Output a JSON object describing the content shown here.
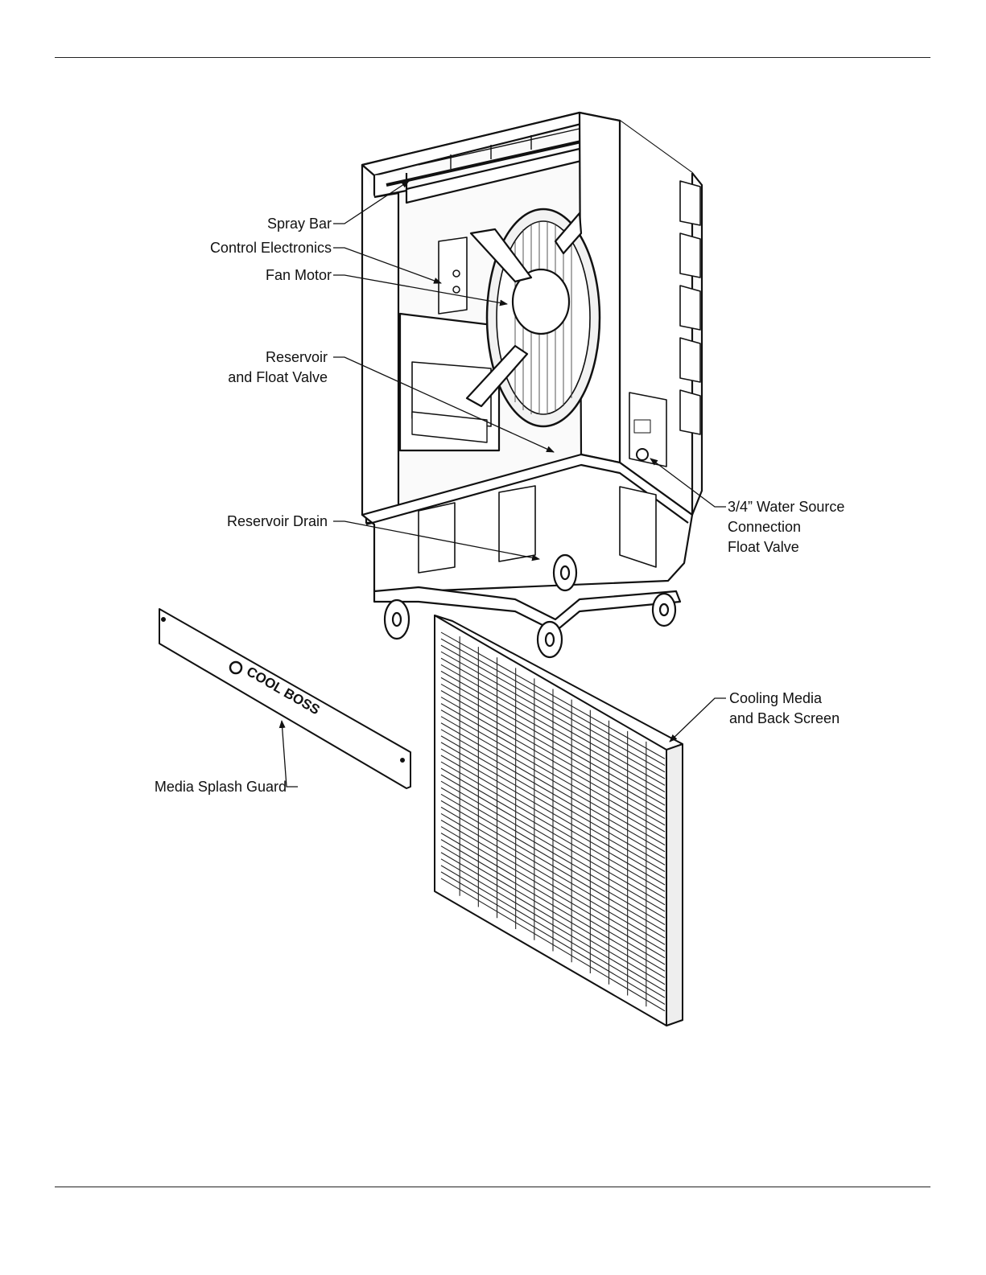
{
  "labels": {
    "spray_bar": "Spray Bar",
    "control_electronics": "Control Electronics",
    "fan_motor": "Fan Motor",
    "reservoir_float": [
      "Reservoir",
      "and Float Valve"
    ],
    "reservoir_drain": "Reservoir Drain",
    "water_source": [
      "3/4” Water Source",
      "Connection",
      "Float Valve"
    ],
    "cooling_media": [
      "Cooling Media",
      "and Back Screen"
    ],
    "media_splash_guard": "Media Splash Guard"
  },
  "brand_text": "COOL BOSS"
}
